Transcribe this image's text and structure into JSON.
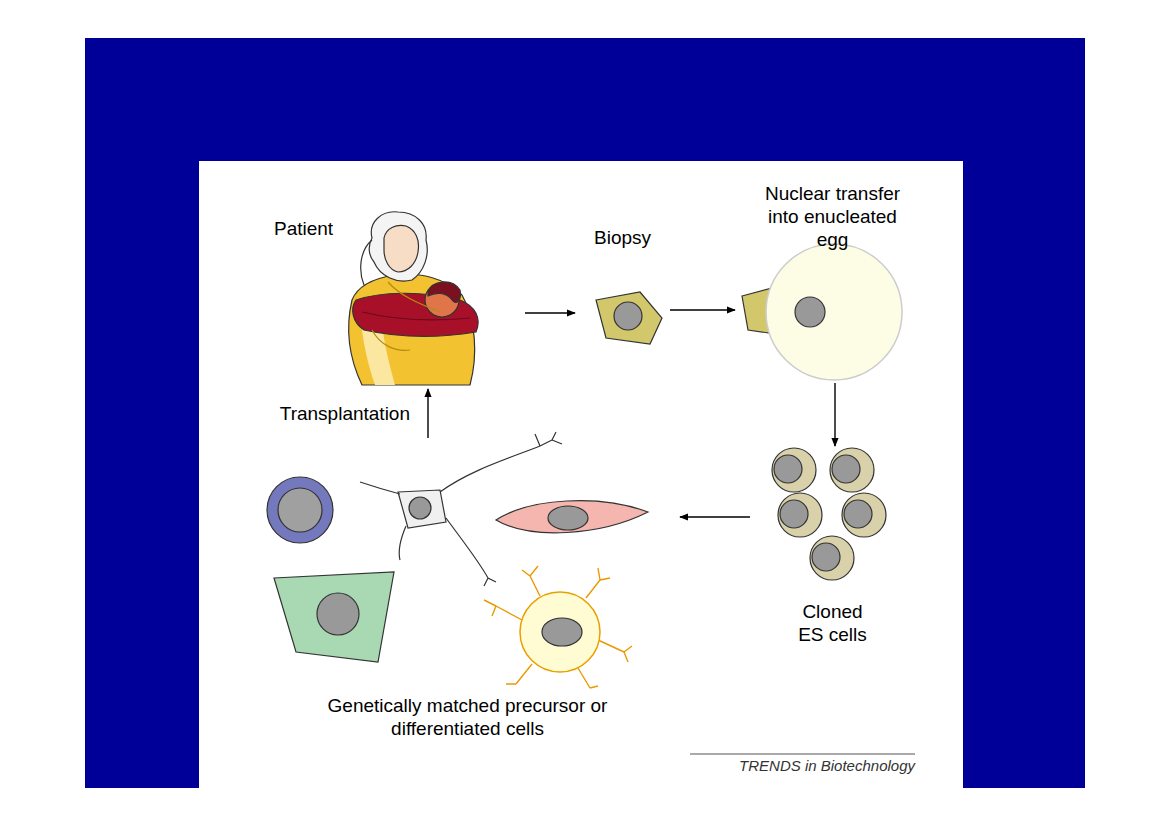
{
  "diagram": {
    "nodes": [
      {
        "text": [
          "Patient"
        ]
      },
      {
        "text": [
          "Biopsy"
        ]
      },
      {
        "text": [
          "Nuclear transfer into enucleated egg"
        ]
      },
      {
        "text": [
          "Cloned ES cells"
        ]
      },
      {
        "text": [
          "Genetically matched precursor or differentiated cells"
        ]
      }
    ],
    "edges": [
      {
        "from": 0,
        "to": 1,
        "arrow": "to"
      },
      {
        "from": 1,
        "to": 2,
        "arrow": "to"
      },
      {
        "from": 2,
        "to": 3,
        "arrow": "to"
      },
      {
        "from": 3,
        "to": 4,
        "arrow": "to"
      },
      {
        "from": 4,
        "to": 0,
        "label": "Transplantation",
        "arrow": "to"
      }
    ],
    "labels": [
      "TRENDS in Biotechnology"
    ]
  }
}
